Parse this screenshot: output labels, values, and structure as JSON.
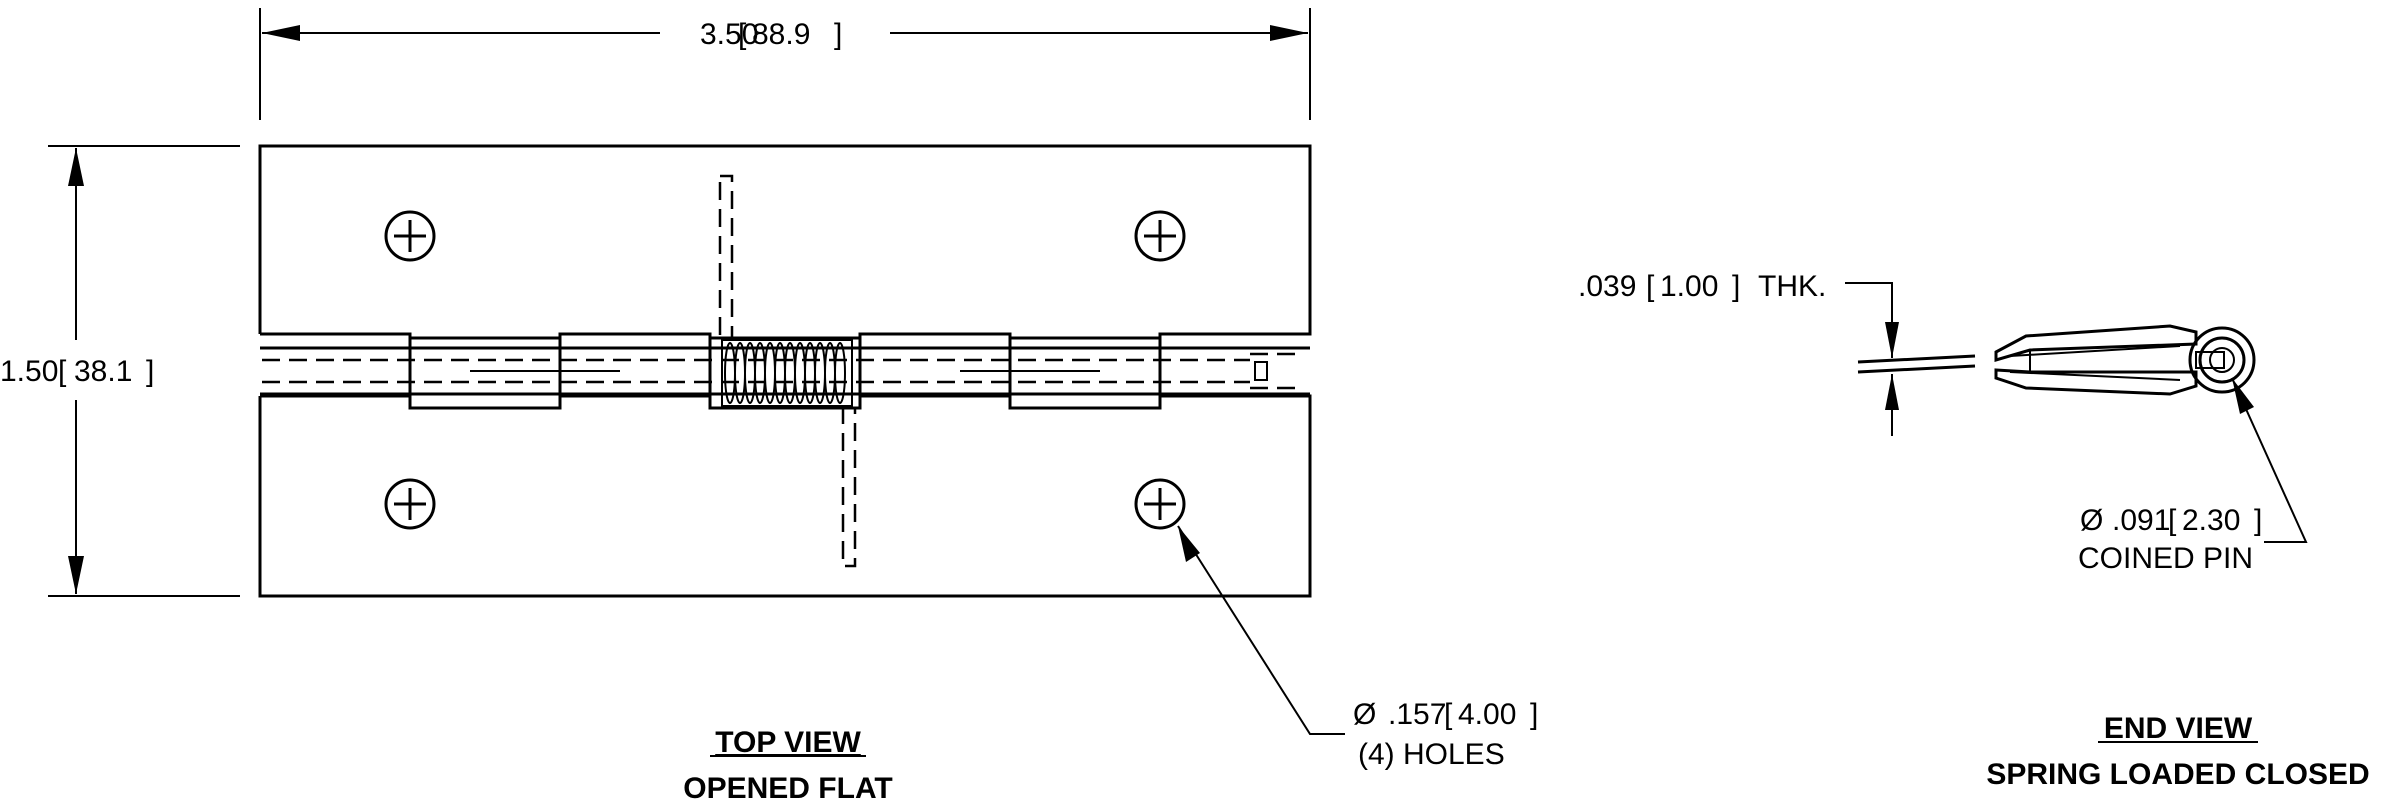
{
  "top_view": {
    "width_dim": "3.50",
    "width_dim_metric": "88.9",
    "height_dim": "1.50",
    "height_dim_metric": "38.1",
    "hole_dim": ".157",
    "hole_dim_metric": "4.00",
    "hole_note": "(4) HOLES",
    "title": "TOP VIEW",
    "subtitle": "OPENED FLAT"
  },
  "end_view": {
    "thickness_dim": ".039",
    "thickness_dim_metric": "1.00",
    "thickness_suffix": "THK.",
    "pin_dim": ".091",
    "pin_dim_metric": "2.30",
    "pin_note": "COINED PIN",
    "title": "END VIEW",
    "subtitle": "SPRING LOADED CLOSED"
  },
  "symbols": {
    "diameter": "Ø"
  },
  "colors": {
    "line": "#000000",
    "background": "#ffffff"
  }
}
